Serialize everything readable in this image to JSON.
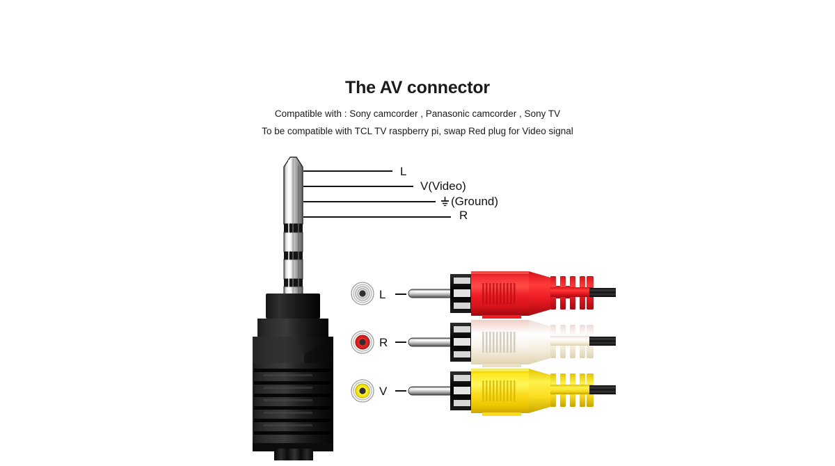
{
  "header": {
    "title": "The AV connector",
    "subtitle_1": "Compatible with : Sony camcorder , Panasonic camcorder , Sony TV",
    "subtitle_2": "To be compatible with TCL TV raspberry pi, swap Red plug for Video signal"
  },
  "plug_callouts": [
    {
      "id": "tip",
      "label": "L",
      "has_ground_symbol": false
    },
    {
      "id": "ring1",
      "label": "V(Video)",
      "has_ground_symbol": false
    },
    {
      "id": "ring2",
      "label": "(Ground)",
      "has_ground_symbol": true
    },
    {
      "id": "sleeve",
      "label": "R",
      "has_ground_symbol": false
    }
  ],
  "rca_rows": [
    {
      "id": "left",
      "label": "L",
      "jack_color": "#3a3a3a",
      "body_color": "#ee1c25",
      "name": "red-rca-connector"
    },
    {
      "id": "right",
      "label": "R",
      "jack_color": "#d81f1f",
      "body_color": "#f2efe6",
      "name": "white-rca-connector"
    },
    {
      "id": "video",
      "label": "V",
      "jack_color": "#f6e500",
      "body_color": "#fadc1e",
      "name": "yellow-rca-connector"
    }
  ],
  "colors": {
    "background": "#ffffff",
    "text": "#111111",
    "red": "#ee1c25",
    "white": "#f2efe6",
    "yellow": "#fadc1e",
    "black": "#151515",
    "metal": "#c9c9c9",
    "cable": "#121212"
  }
}
